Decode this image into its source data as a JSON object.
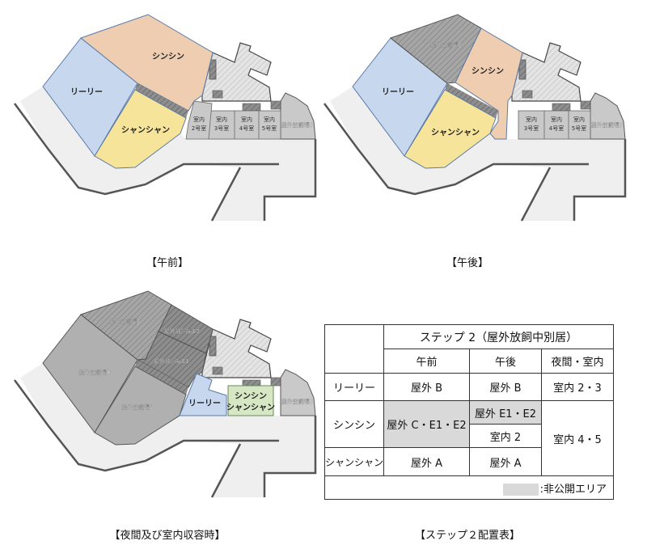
{
  "colors": {
    "lily": "#c6d7ee",
    "shinshin": "#efcdb0",
    "shanshan": "#f7e49b",
    "shared": "#d6e7c4",
    "room": "#c9c9c9",
    "walkway": "#efefef",
    "closed": "#d9d9d9"
  },
  "maps": [
    {
      "caption": "【午前】",
      "zones": {
        "lily": "リーリー",
        "shinshin": "シンシン",
        "shanshan": "シャンシャン"
      },
      "rooms": [
        {
          "l1": "室内",
          "l2": "2号室"
        },
        {
          "l1": "室内",
          "l2": "3号室"
        },
        {
          "l1": "室内",
          "l2": "4号室"
        },
        {
          "l1": "室内",
          "l2": "5号室"
        }
      ],
      "d": "屋外放飼場D"
    },
    {
      "caption": "【午後】",
      "zones": {
        "lily": "リーリー",
        "shinshin": "シンシン",
        "shanshan": "シャンシャン",
        "c": "屋外放飼場C"
      },
      "rooms": [
        {
          "l1": "室内",
          "l2": "3号室"
        },
        {
          "l1": "室内",
          "l2": "4号室"
        },
        {
          "l1": "室内",
          "l2": "5号室"
        }
      ],
      "d": "屋外放飼場D"
    },
    {
      "caption": "【夜間及び室内収容時】",
      "zones": {
        "b": "屋外放飼場B",
        "a": "屋外放飼場A",
        "c": "屋外放飼場C",
        "e2": "屋外放飼場E2",
        "e1": "屋外放飼場E1",
        "lily": "リーリー",
        "shared1": "シンシン",
        "shared2": "シャンシャン"
      },
      "d": "屋外放飼場D"
    }
  ],
  "table": {
    "caption": "【ステップ２配置表】",
    "title": "ステップ 2（屋外放飼中別居）",
    "columns": [
      "午前",
      "午後",
      "夜間・室内"
    ],
    "rows": [
      {
        "name": "リーリー",
        "am": "屋外 B",
        "pm": "屋外 B",
        "night": "室内 2・3"
      },
      {
        "name": "シンシン",
        "am": "屋外 C・E1・E2",
        "pm": "屋外 E1・E2",
        "pm2": "室内 2",
        "night": "室内 4・5"
      },
      {
        "name": "シャンシャン",
        "am": "屋外 A",
        "pm": "屋外 A"
      }
    ],
    "legend": ":非公開エリア"
  }
}
